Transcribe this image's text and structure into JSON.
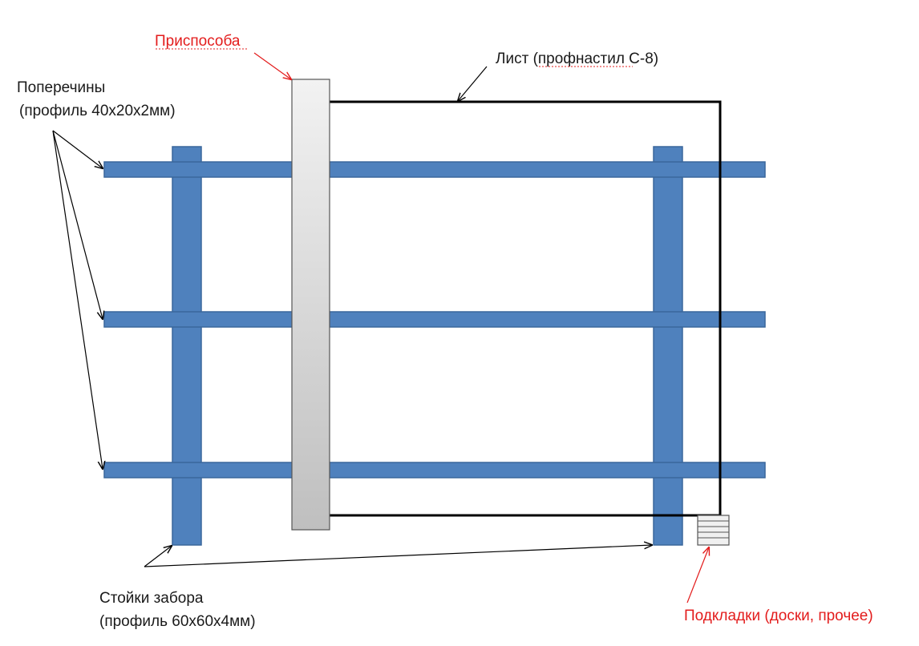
{
  "labels": {
    "jig": "Приспособа",
    "sheet": "Лист (профнастил С-8)",
    "crossbars_line1": "Поперечины",
    "crossbars_line2": "(профиль 40х20х2мм)",
    "posts_line1": "Стойки забора",
    "posts_line2": "(профиль 60х60х4мм)",
    "shims": "Подкладки (доски, прочее)"
  },
  "colors": {
    "steel_blue": "#4f81bd",
    "annotation_red": "#e31c1c",
    "jig_gradient_top": "#f2f2f2",
    "jig_gradient_bottom": "#bfbfbf"
  },
  "icons": {
    "arrows": "arrow-line-icon",
    "shims": "stacked-boards-icon"
  }
}
